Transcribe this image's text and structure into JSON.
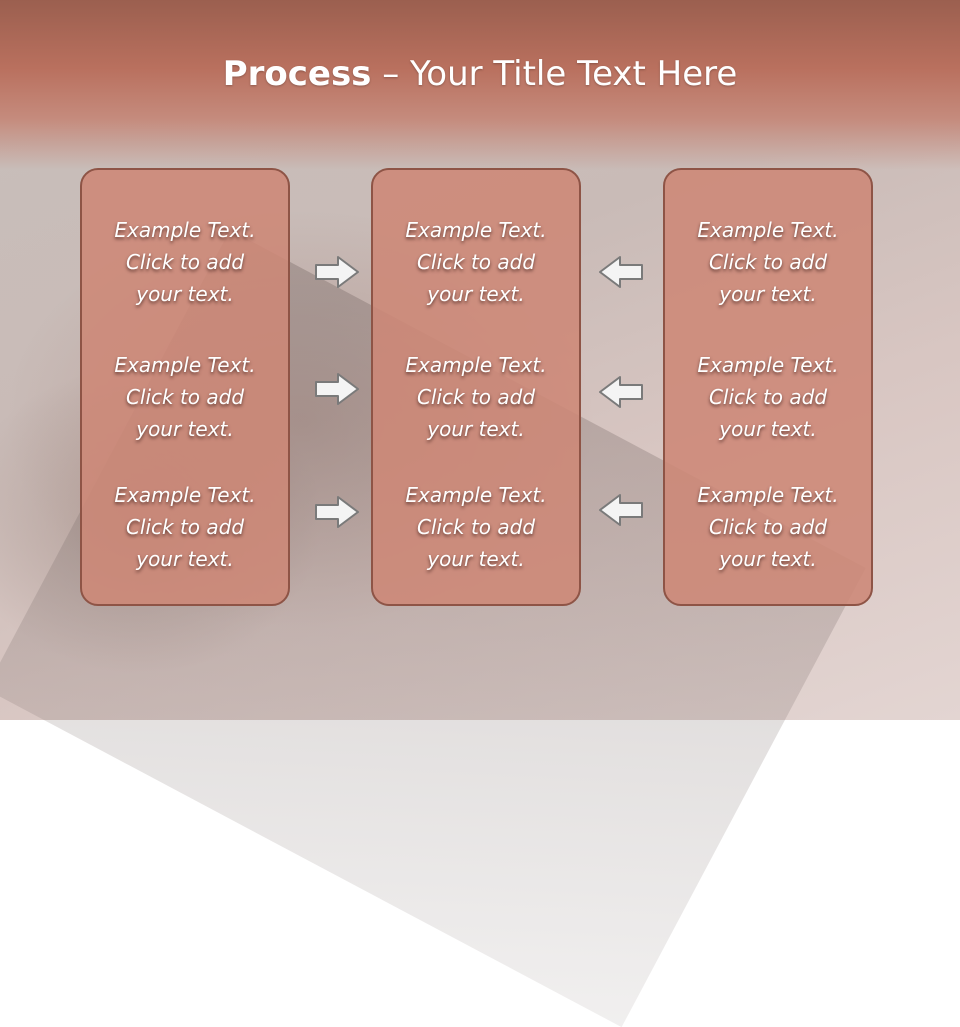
{
  "title": {
    "bold": "Process",
    "rest": " – Your Title Text Here"
  },
  "panels": [
    {
      "items": [
        {
          "l1": "Example Text.",
          "l2": "Click  to add",
          "l3": "your text."
        },
        {
          "l1": "Example Text.",
          "l2": "Click  to add",
          "l3": "your text."
        },
        {
          "l1": "Example Text.",
          "l2": "Click  to add",
          "l3": "your text."
        }
      ]
    },
    {
      "items": [
        {
          "l1": "Example Text.",
          "l2": "Click  to add",
          "l3": "your text."
        },
        {
          "l1": "Example Text.",
          "l2": "Click  to add",
          "l3": "your text."
        },
        {
          "l1": "Example Text.",
          "l2": "Click  to add",
          "l3": "your text."
        }
      ]
    },
    {
      "items": [
        {
          "l1": "Example Text.",
          "l2": "Click  to add",
          "l3": "your text."
        },
        {
          "l1": "Example Text.",
          "l2": "Click  to add",
          "l3": "your text."
        },
        {
          "l1": "Example Text.",
          "l2": "Click  to add",
          "l3": "your text."
        }
      ]
    }
  ],
  "arrows": {
    "left_column": "arrow-right-icon",
    "right_column": "arrow-left-icon"
  },
  "colors": {
    "title_band": "#b9705e",
    "panel_fill": "#cd8876",
    "panel_border": "#8e5446",
    "text": "#ffffff"
  }
}
